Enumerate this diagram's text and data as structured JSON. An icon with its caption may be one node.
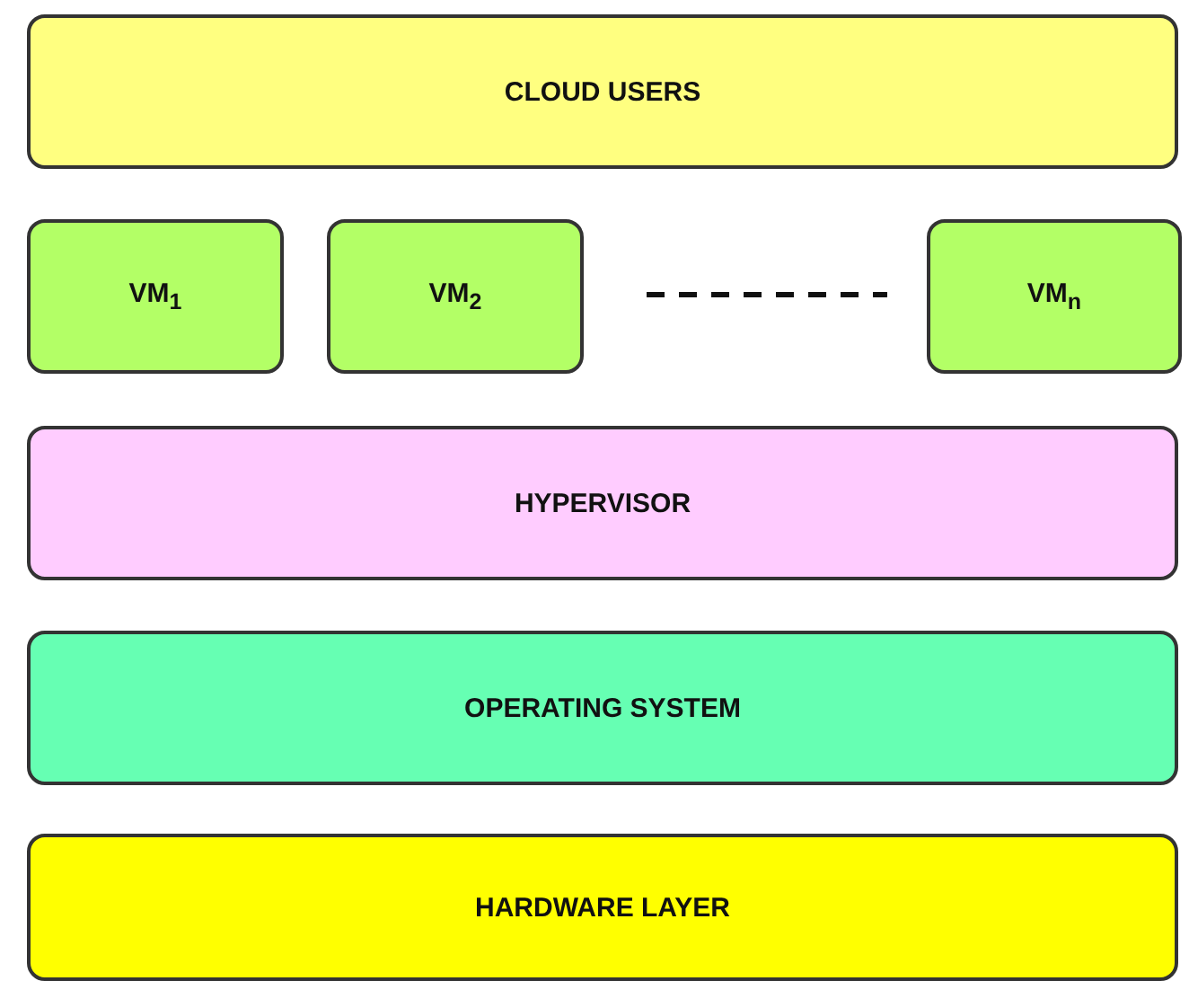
{
  "diagram": {
    "nodes": [
      {
        "text": [
          "CLOUD USERS"
        ]
      },
      {
        "text": [
          "VM$_{1}$"
        ]
      },
      {
        "text": [
          "VM$_{2}$"
        ]
      },
      {
        "text": [
          "VM$_{n}$"
        ]
      },
      {
        "text": [
          "HYPERVISOR"
        ]
      },
      {
        "text": [
          "OPERATING SYSTEM"
        ]
      },
      {
        "text": [
          "HARDWARE LAYER"
        ]
      }
    ]
  }
}
